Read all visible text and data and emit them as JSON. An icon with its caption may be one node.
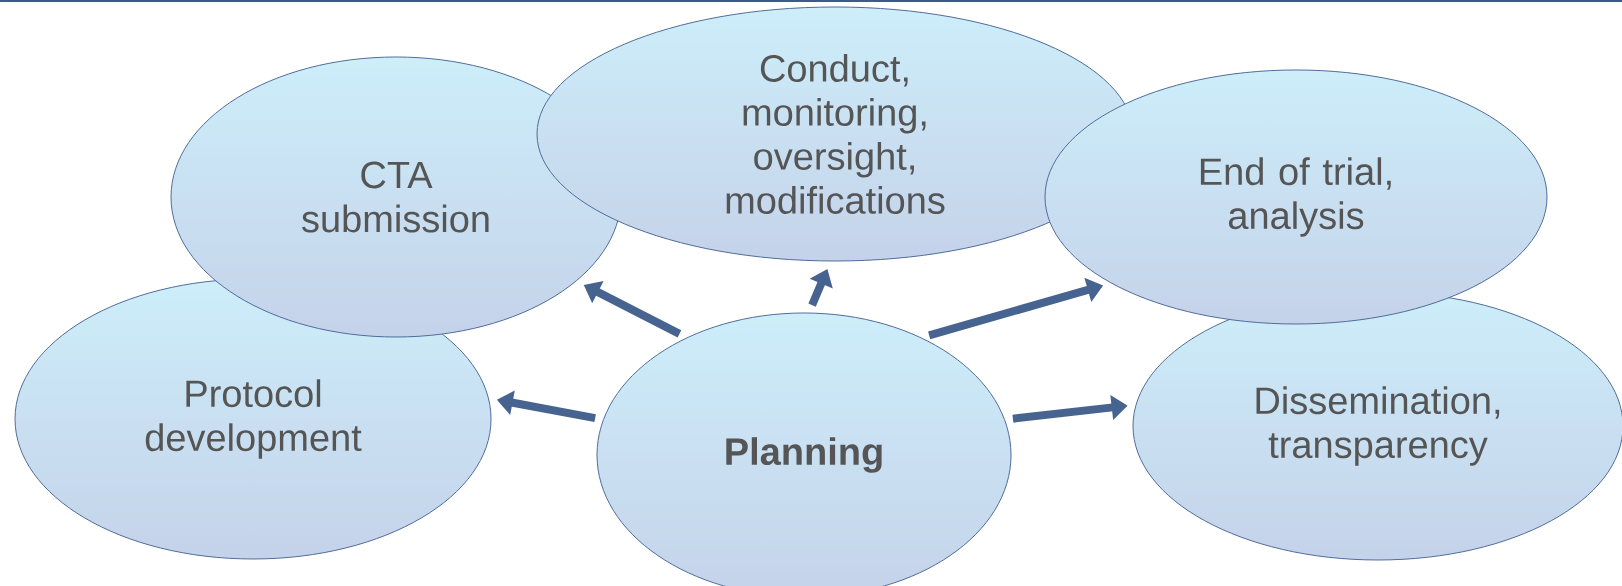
{
  "diagram": {
    "nodes": [
      {
        "text": [
          "CTA submission"
        ]
      },
      {
        "text": [
          "Conduct, monitoring, oversight, modifications"
        ]
      },
      {
        "text": [
          "End of trial, analysis"
        ]
      },
      {
        "text": [
          "Protocol development"
        ]
      },
      {
        "text": [
          "Planning"
        ]
      },
      {
        "text": [
          "Dissemination, transparency"
        ]
      }
    ],
    "edges": [
      {
        "from": 4,
        "to": 3,
        "arrow": "to"
      },
      {
        "from": 4,
        "to": 0,
        "arrow": "to"
      },
      {
        "from": 4,
        "to": 1,
        "arrow": "to"
      },
      {
        "from": 4,
        "to": 2,
        "arrow": "to"
      },
      {
        "from": 4,
        "to": 5,
        "arrow": "to"
      }
    ]
  }
}
